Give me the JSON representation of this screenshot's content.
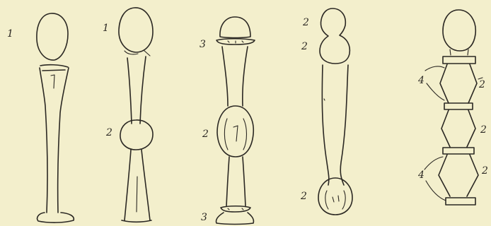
{
  "paper_color": "#f3efcc",
  "ink_color": "#2b2823",
  "figures": [
    {
      "id": "figure-1",
      "labels": [
        "1"
      ]
    },
    {
      "id": "figure-2",
      "labels": [
        "1",
        "2"
      ]
    },
    {
      "id": "figure-3",
      "labels": [
        "3",
        "2",
        "3"
      ]
    },
    {
      "id": "figure-4",
      "labels": [
        "2",
        "2",
        "2"
      ]
    },
    {
      "id": "figure-5",
      "labels": [
        "4",
        "2",
        "2",
        "4",
        "2"
      ]
    }
  ]
}
